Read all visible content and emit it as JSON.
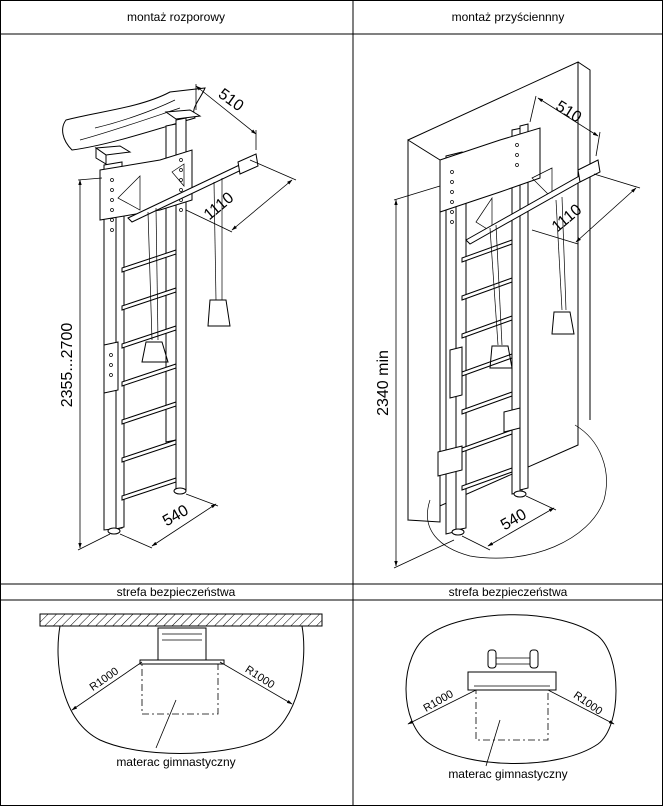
{
  "panels": {
    "top_left": {
      "title": "montaż rozporowy",
      "dims": {
        "height": "2355...2700",
        "width": "540",
        "depth": "510",
        "bar": "1110"
      }
    },
    "top_right": {
      "title": "montaż przyściennny",
      "dims": {
        "height": "2340 min",
        "width": "540",
        "depth": "510",
        "bar": "1110"
      }
    },
    "bottom_left": {
      "title": "strefa bezpieczeństwa",
      "radius_left": "R1000",
      "radius_right": "R1000",
      "mat_label": "materac gimnastyczny"
    },
    "bottom_right": {
      "title": "strefa bezpieczeństwa",
      "radius_left": "R1000",
      "radius_right": "R1000",
      "mat_label": "materac gimnastyczny"
    }
  }
}
